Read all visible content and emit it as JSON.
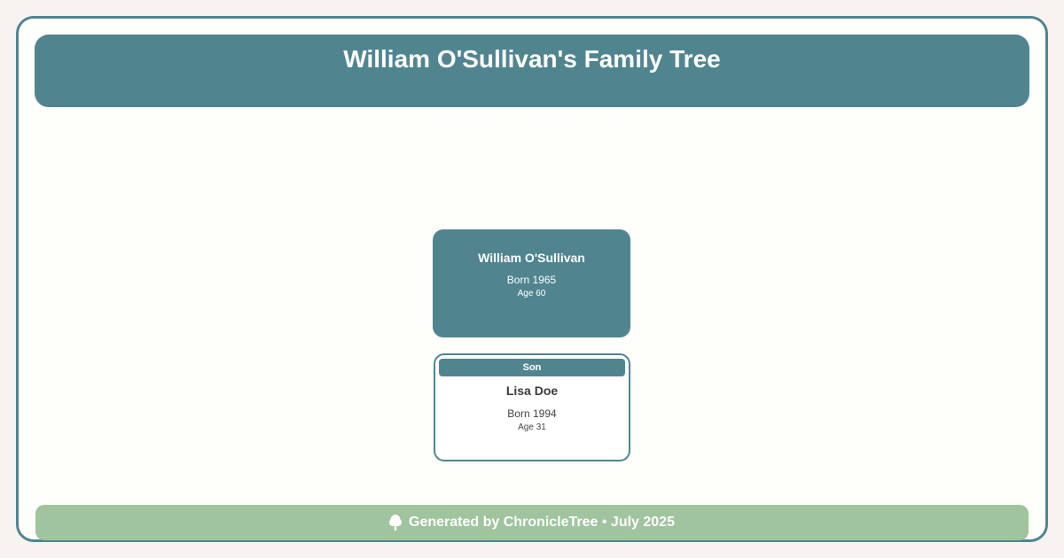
{
  "header": {
    "title": "William O'Sullivan's Family Tree",
    "subtitle": "3 generations • 2 family members"
  },
  "members": [
    {
      "name": "William O'Sullivan",
      "born": "Born 1965",
      "age": "Age 60"
    },
    {
      "relation": "Son",
      "name": "Lisa Doe",
      "born": "Born 1994",
      "age": "Age 31"
    }
  ],
  "footer": {
    "text": "Generated by ChronicleTree • July 2025",
    "icon": "tree-icon"
  },
  "colors": {
    "primary": "#508590",
    "footer": "#a0c49d",
    "background": "#fefefa"
  }
}
